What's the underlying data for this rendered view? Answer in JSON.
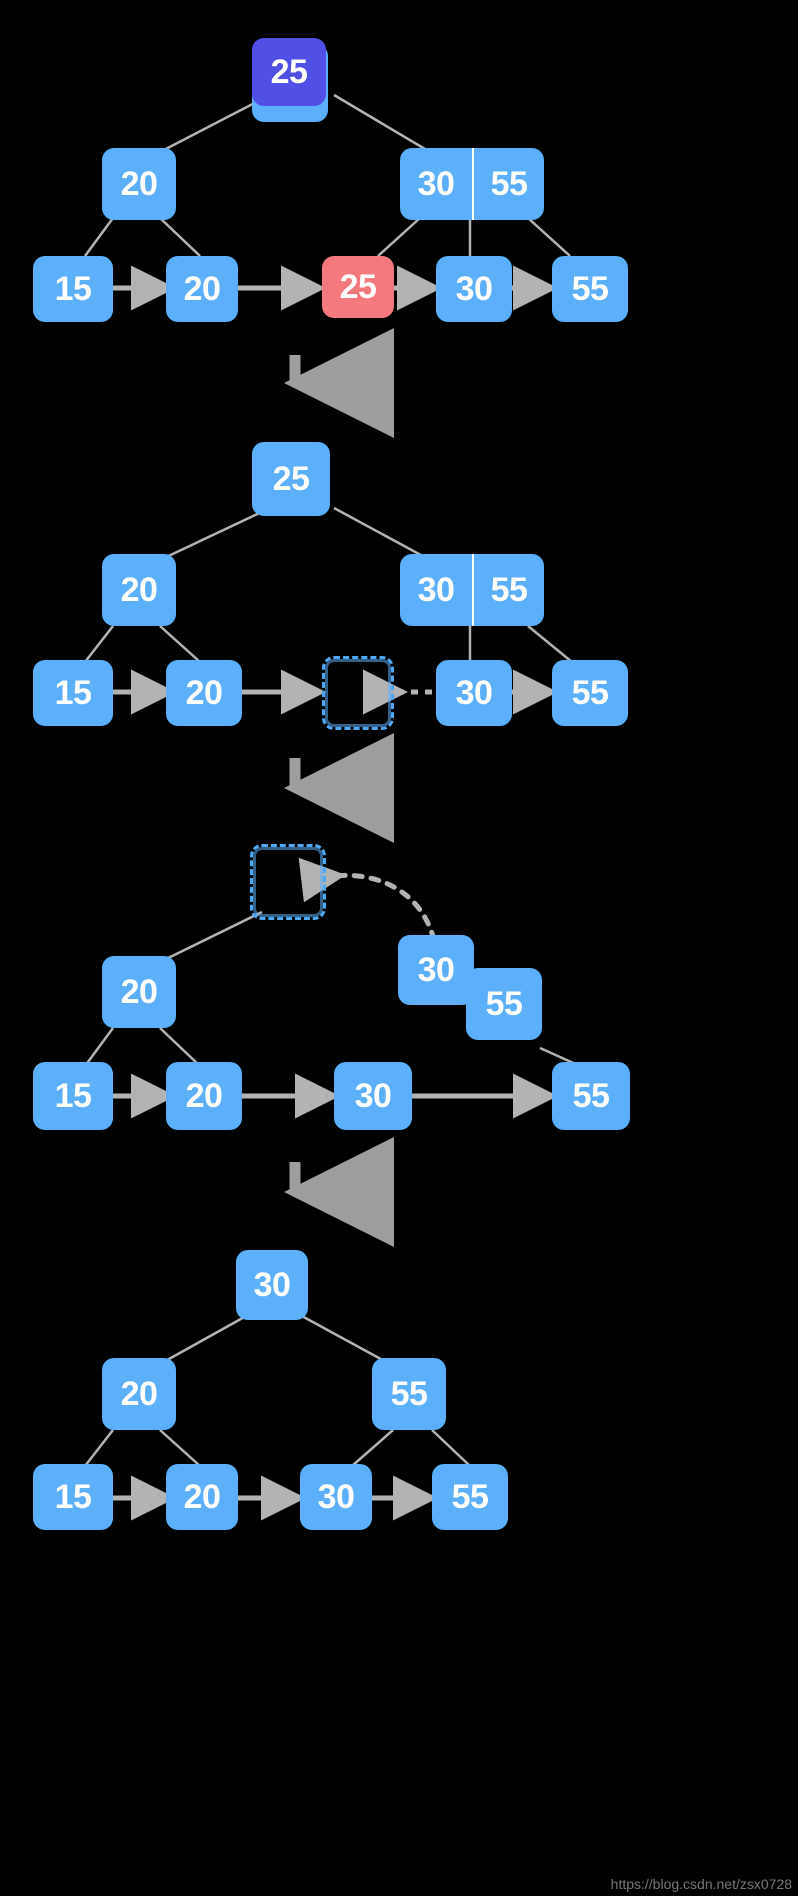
{
  "meta": {
    "title": "B+ Tree Deletion Steps",
    "background": "#000000",
    "node_fill": "#5CAFFA",
    "node_highlight_fill": "#5050E6",
    "node_danger_fill": "#F4797E",
    "node_text": "#FFFFFF",
    "edge_color": "#B3B3B3",
    "ghost_border": "#4FA8F5",
    "watermark": "https://blog.csdn.net/zsx0728"
  },
  "chart_data": {
    "type": "diagram",
    "title": "B+ Tree Deletion Steps",
    "steps": [
      {
        "id": "step-1",
        "caption": "",
        "nodes": [
          {
            "id": "s1-root",
            "label": "25",
            "style": "highlight"
          },
          {
            "id": "s1-i-left",
            "label": "20",
            "style": "normal"
          },
          {
            "id": "s1-i-right",
            "label": "30 | 55",
            "style": "dual",
            "cells": [
              "30",
              "55"
            ]
          },
          {
            "id": "s1-l1",
            "label": "15",
            "style": "normal"
          },
          {
            "id": "s1-l2",
            "label": "20",
            "style": "normal"
          },
          {
            "id": "s1-l3",
            "label": "25",
            "style": "danger"
          },
          {
            "id": "s1-l4",
            "label": "30",
            "style": "normal"
          },
          {
            "id": "s1-l5",
            "label": "55",
            "style": "normal"
          }
        ]
      },
      {
        "id": "step-2",
        "caption": "",
        "nodes": [
          {
            "id": "s2-root",
            "label": "25",
            "style": "normal"
          },
          {
            "id": "s2-i-left",
            "label": "20",
            "style": "normal"
          },
          {
            "id": "s2-i-right",
            "label": "30 | 55",
            "style": "dual",
            "cells": [
              "30",
              "55"
            ]
          },
          {
            "id": "s2-l1",
            "label": "15",
            "style": "normal"
          },
          {
            "id": "s2-l2",
            "label": "20",
            "style": "normal"
          },
          {
            "id": "s2-l3",
            "label": "",
            "style": "ghost"
          },
          {
            "id": "s2-l4",
            "label": "30",
            "style": "normal"
          },
          {
            "id": "s2-l5",
            "label": "55",
            "style": "normal"
          }
        ]
      },
      {
        "id": "step-3",
        "caption": "",
        "nodes": [
          {
            "id": "s3-root",
            "label": "",
            "style": "ghost"
          },
          {
            "id": "s3-i-left",
            "label": "20",
            "style": "normal"
          },
          {
            "id": "s3-i-r30",
            "label": "30",
            "style": "normal"
          },
          {
            "id": "s3-i-r55",
            "label": "55",
            "style": "normal"
          },
          {
            "id": "s3-l1",
            "label": "15",
            "style": "normal"
          },
          {
            "id": "s3-l2",
            "label": "20",
            "style": "normal"
          },
          {
            "id": "s3-l3",
            "label": "30",
            "style": "normal"
          },
          {
            "id": "s3-l4",
            "label": "55",
            "style": "normal"
          }
        ]
      },
      {
        "id": "step-4",
        "caption": "",
        "nodes": [
          {
            "id": "s4-root",
            "label": "30",
            "style": "normal"
          },
          {
            "id": "s4-i-left",
            "label": "20",
            "style": "normal"
          },
          {
            "id": "s4-i-right",
            "label": "55",
            "style": "normal"
          },
          {
            "id": "s4-l1",
            "label": "15",
            "style": "normal"
          },
          {
            "id": "s4-l2",
            "label": "20",
            "style": "normal"
          },
          {
            "id": "s4-l3",
            "label": "30",
            "style": "normal"
          },
          {
            "id": "s4-l4",
            "label": "55",
            "style": "normal"
          }
        ]
      }
    ],
    "transition_arrows": 3
  }
}
